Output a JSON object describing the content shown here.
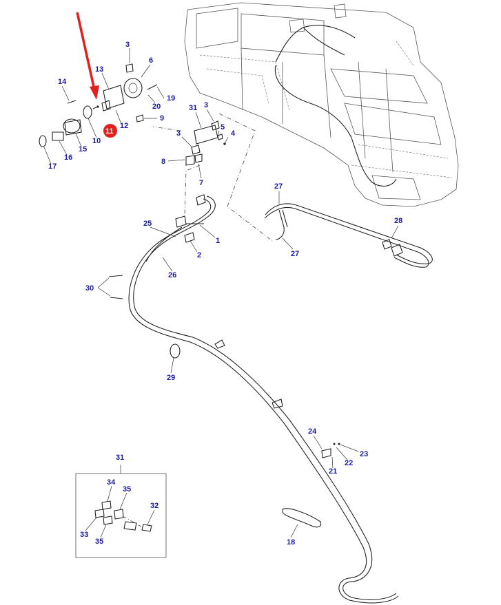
{
  "diagram": {
    "highlight_color": "#e51e1e",
    "callout_color": "#1a1aa6",
    "highlighted_part": "11",
    "callouts": [
      {
        "id": "c-3a",
        "label": "3"
      },
      {
        "id": "c-6",
        "label": "6"
      },
      {
        "id": "c-13",
        "label": "13"
      },
      {
        "id": "c-14",
        "label": "14"
      },
      {
        "id": "c-19",
        "label": "19"
      },
      {
        "id": "c-20",
        "label": "20"
      },
      {
        "id": "c-12",
        "label": "12"
      },
      {
        "id": "c-9",
        "label": "9"
      },
      {
        "id": "c-11",
        "label": "11"
      },
      {
        "id": "c-10",
        "label": "10"
      },
      {
        "id": "c-15",
        "label": "15"
      },
      {
        "id": "c-16",
        "label": "16"
      },
      {
        "id": "c-17",
        "label": "17"
      },
      {
        "id": "c-31a",
        "label": "31"
      },
      {
        "id": "c-3b",
        "label": "3"
      },
      {
        "id": "c-5",
        "label": "5"
      },
      {
        "id": "c-3c",
        "label": "3"
      },
      {
        "id": "c-4",
        "label": "4"
      },
      {
        "id": "c-8",
        "label": "8"
      },
      {
        "id": "c-7",
        "label": "7"
      },
      {
        "id": "c-27a",
        "label": "27"
      },
      {
        "id": "c-28",
        "label": "28"
      },
      {
        "id": "c-27b",
        "label": "27"
      },
      {
        "id": "c-25",
        "label": "25"
      },
      {
        "id": "c-1",
        "label": "1"
      },
      {
        "id": "c-2",
        "label": "2"
      },
      {
        "id": "c-26",
        "label": "26"
      },
      {
        "id": "c-30",
        "label": "30"
      },
      {
        "id": "c-29",
        "label": "29"
      },
      {
        "id": "c-24",
        "label": "24"
      },
      {
        "id": "c-23",
        "label": "23"
      },
      {
        "id": "c-22",
        "label": "22"
      },
      {
        "id": "c-21",
        "label": "21"
      },
      {
        "id": "c-18",
        "label": "18"
      },
      {
        "id": "c-31b",
        "label": "31"
      },
      {
        "id": "c-34",
        "label": "34"
      },
      {
        "id": "c-35a",
        "label": "35"
      },
      {
        "id": "c-32",
        "label": "32"
      },
      {
        "id": "c-33",
        "label": "33"
      },
      {
        "id": "c-35b",
        "label": "35"
      }
    ]
  }
}
